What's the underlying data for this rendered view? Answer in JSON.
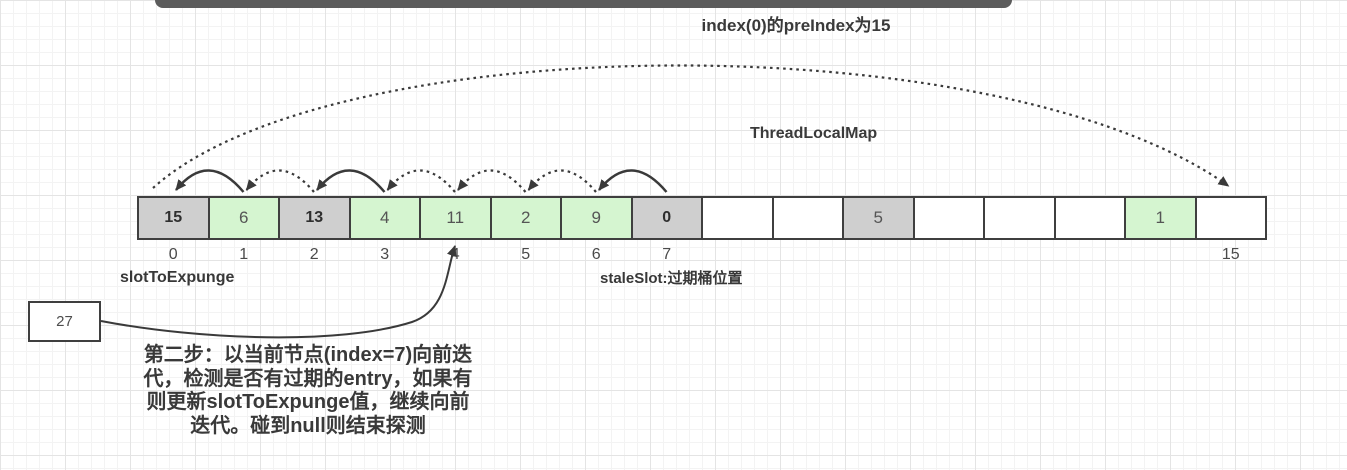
{
  "header": {
    "pre_index_note": "index(0)的preIndex为15",
    "map_label": "ThreadLocalMap"
  },
  "array": {
    "cells": [
      {
        "index": "0",
        "value": "15",
        "color": "gray",
        "bold": true
      },
      {
        "index": "1",
        "value": "6",
        "color": "green",
        "bold": false
      },
      {
        "index": "2",
        "value": "13",
        "color": "gray",
        "bold": true
      },
      {
        "index": "3",
        "value": "4",
        "color": "green",
        "bold": false
      },
      {
        "index": "4",
        "value": "11",
        "color": "green",
        "bold": false
      },
      {
        "index": "5",
        "value": "2",
        "color": "green",
        "bold": false
      },
      {
        "index": "6",
        "value": "9",
        "color": "green",
        "bold": false
      },
      {
        "index": "7",
        "value": "0",
        "color": "gray",
        "bold": true
      },
      {
        "index": "",
        "value": "",
        "color": "white",
        "bold": false
      },
      {
        "index": "",
        "value": "",
        "color": "white",
        "bold": false
      },
      {
        "index": "",
        "value": "5",
        "color": "gray",
        "bold": false
      },
      {
        "index": "",
        "value": "",
        "color": "white",
        "bold": false
      },
      {
        "index": "",
        "value": "",
        "color": "white",
        "bold": false
      },
      {
        "index": "",
        "value": "",
        "color": "white",
        "bold": false
      },
      {
        "index": "",
        "value": "1",
        "color": "green",
        "bold": false
      },
      {
        "index": "15",
        "value": "",
        "color": "white",
        "bold": false
      }
    ]
  },
  "labels": {
    "slot_to_expunge": "slotToExpunge",
    "stale_slot": "staleSlot:过期桶位置"
  },
  "callout": {
    "value": "27",
    "target_cell": 4
  },
  "step_note": {
    "lines": [
      "第二步：以当前节点(index=7)向前迭",
      "代，检测是否有过期的entry，如果有",
      "则更新slotToExpunge值，继续向前",
      "迭代。碰到null则结束探测"
    ]
  },
  "arrows": {
    "back_arcs": [
      {
        "from": 1,
        "to": 0,
        "style": "solid"
      },
      {
        "from": 2,
        "to": 1,
        "style": "dotted"
      },
      {
        "from": 3,
        "to": 2,
        "style": "solid"
      },
      {
        "from": 4,
        "to": 3,
        "style": "dotted"
      },
      {
        "from": 5,
        "to": 4,
        "style": "dotted"
      },
      {
        "from": 6,
        "to": 5,
        "style": "dotted"
      },
      {
        "from": 7,
        "to": 6,
        "style": "solid"
      }
    ],
    "wrap_arc": {
      "from": 0,
      "to": 15,
      "style": "dotted"
    }
  },
  "colors": {
    "cell_gray": "#cfcfcf",
    "cell_green": "#d5f5d0",
    "cell_border": "#3f3f3f",
    "stroke": "#3a3a3a",
    "top_bar": "#5c5c5c"
  }
}
